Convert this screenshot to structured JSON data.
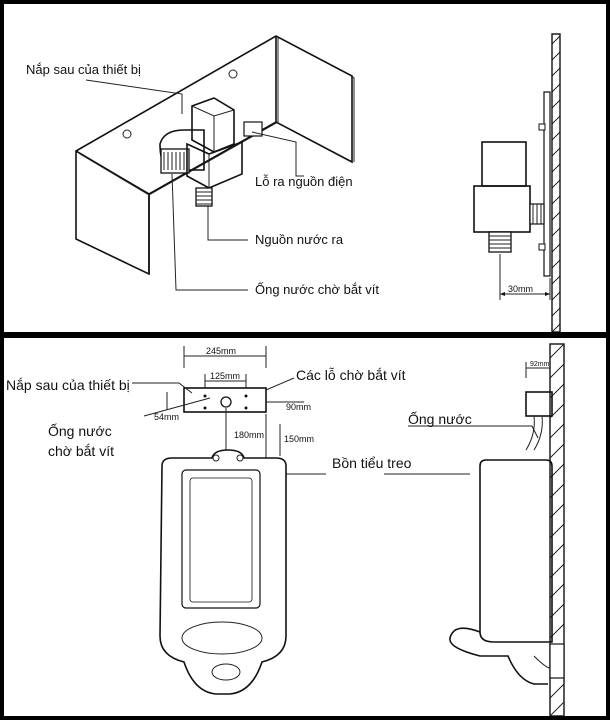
{
  "top": {
    "labels": {
      "back_cover": "Nắp sau của thiết bị",
      "power_outlet": "Lỗ ra nguồn điện",
      "water_out": "Nguồn nước ra",
      "screw_pipe": "Ống nước chờ bắt vít"
    },
    "dims": {
      "offset": "30mm"
    }
  },
  "bottom": {
    "labels": {
      "back_cover": "Nắp sau của thiết bị",
      "screw_holes": "Các lỗ chờ bắt vít",
      "screw_pipe_1": "Ống nước",
      "screw_pipe_2": "chờ bắt vít",
      "urinal": "Bồn tiểu treo",
      "water_pipe": "Ống nước"
    },
    "dims": {
      "d245": "245mm",
      "d125": "125mm",
      "d54": "54mm",
      "d90": "90mm",
      "d180": "180mm",
      "d150": "150mm",
      "d92": "92mm"
    }
  }
}
